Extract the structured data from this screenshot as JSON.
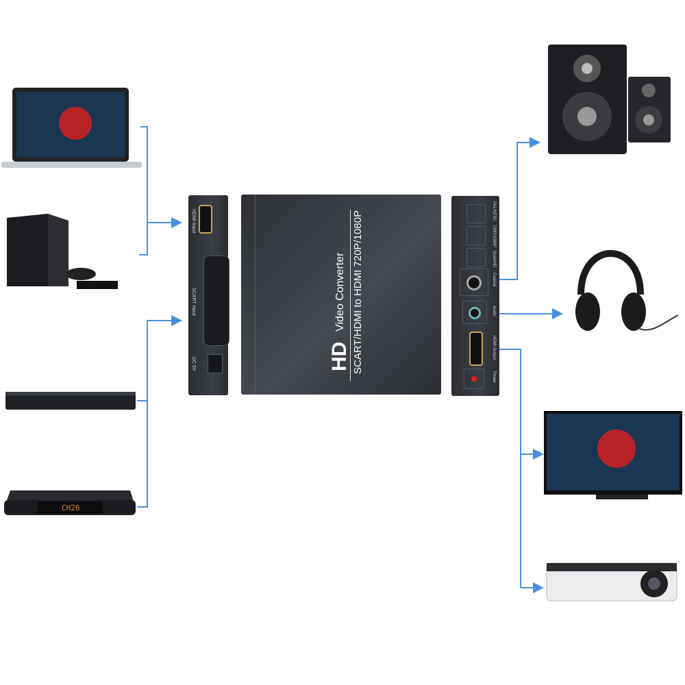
{
  "device": {
    "logo": "HD",
    "title": "Video Converter",
    "subtitle": "SCART/HDMI to HDMI 720P/1080P"
  },
  "input_panel": {
    "hdmi_input": "HDMI Input",
    "scart_input": "SCART Input",
    "dc": "DC 5V"
  },
  "output_panel": {
    "pal_ntsc": "PAL/NTSC",
    "resolution": "720P/1080P",
    "scart_hd": "Scart/HD",
    "coaxial": "Coaxial",
    "audio": "Audio",
    "hdmi_output": "HDMI Output",
    "power": "Power"
  },
  "set_top_box_display": "CH26",
  "colors": {
    "connector": "#4a8fdc",
    "power_led": "#e0201c"
  }
}
